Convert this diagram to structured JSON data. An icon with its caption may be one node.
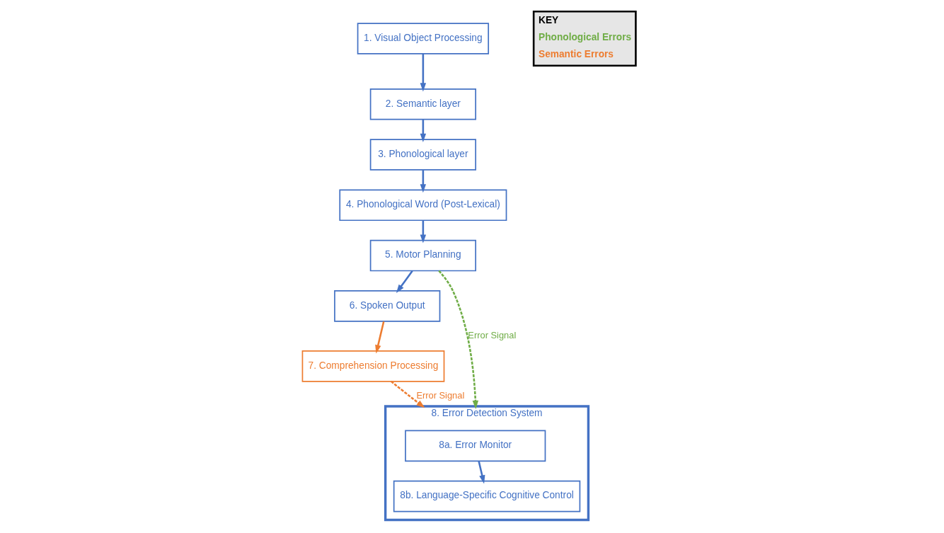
{
  "diagram": {
    "nodes": [
      {
        "text": [
          "1. Visual Object Processing"
        ]
      },
      {
        "text": [
          "2. Semantic layer"
        ]
      },
      {
        "text": [
          "3. Phonological layer"
        ]
      },
      {
        "text": [
          "4. Phonological Word (Post-Lexical)"
        ]
      },
      {
        "text": [
          "5. Motor Planning"
        ]
      },
      {
        "text": [
          "6. Spoken Output"
        ]
      },
      {
        "text": [
          "7. Comprehension Processing"
        ]
      },
      {
        "text": [
          "8. Error Detection System"
        ]
      },
      {
        "text": [
          "8b. Language-Specific Cognitive Control"
        ],
        "in": 7
      },
      {
        "text": [
          "8a. Error Monitor"
        ],
        "in": 7
      }
    ],
    "edges": [
      {
        "from": 0,
        "to": 1,
        "arrow": "to"
      },
      {
        "from": 1,
        "to": 2,
        "arrow": "to"
      },
      {
        "from": 2,
        "to": 3,
        "arrow": "to"
      },
      {
        "from": 3,
        "to": 4,
        "arrow": "to"
      },
      {
        "from": 4,
        "to": 5,
        "arrow": "to"
      },
      {
        "from": 5,
        "to": 6,
        "arrow": "to",
        "color": "#ed7d31"
      },
      {
        "from": 4,
        "to": 7,
        "arrow": "to",
        "label": "Error Signal",
        "style": "dashed",
        "color": "#70ad47"
      },
      {
        "from": 6,
        "to": 7,
        "arrow": "to",
        "label": "Error Signal",
        "style": "dashed",
        "color": "#ed7d31"
      },
      {
        "from": 9,
        "to": 8,
        "arrow": "to"
      }
    ],
    "labels": [
      "KEY"
    ],
    "legend": [
      {
        "text": "Phonological Errors",
        "color": "#70ad47"
      },
      {
        "text": "Semantic Errors",
        "color": "#ed7d31"
      }
    ]
  }
}
